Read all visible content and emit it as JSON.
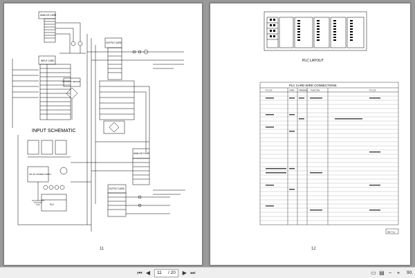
{
  "pages": {
    "left": {
      "number": "11",
      "heading": "INPUT SCHEMATIC",
      "labels": {
        "analog_card_top": "ANALOG CARD",
        "input_card": "INPUT CARD",
        "output_card_top": "OUTPUT CARD",
        "analog_card_bottom": "ANALOG CARD",
        "output_card_bottom": "OUTPUT CARD",
        "power_supply": "24V DC POWER SUPPLY",
        "plc": "PLC",
        "proximity": "PROXIMITY SENSOR"
      }
    },
    "right": {
      "number": "12",
      "plc_layout_title": "PLC LAYOUT",
      "table_title": "PLC CARD WIRE CONNECTIONS",
      "stamp": "DB-7-11",
      "table_columns": [
        "TO LOC",
        "CARD",
        "TERMINAL",
        "FUNCTION",
        "TO LOC"
      ]
    }
  },
  "toolbar": {
    "current_page": "11",
    "total_pages": "/ 20",
    "zoom": "90."
  }
}
